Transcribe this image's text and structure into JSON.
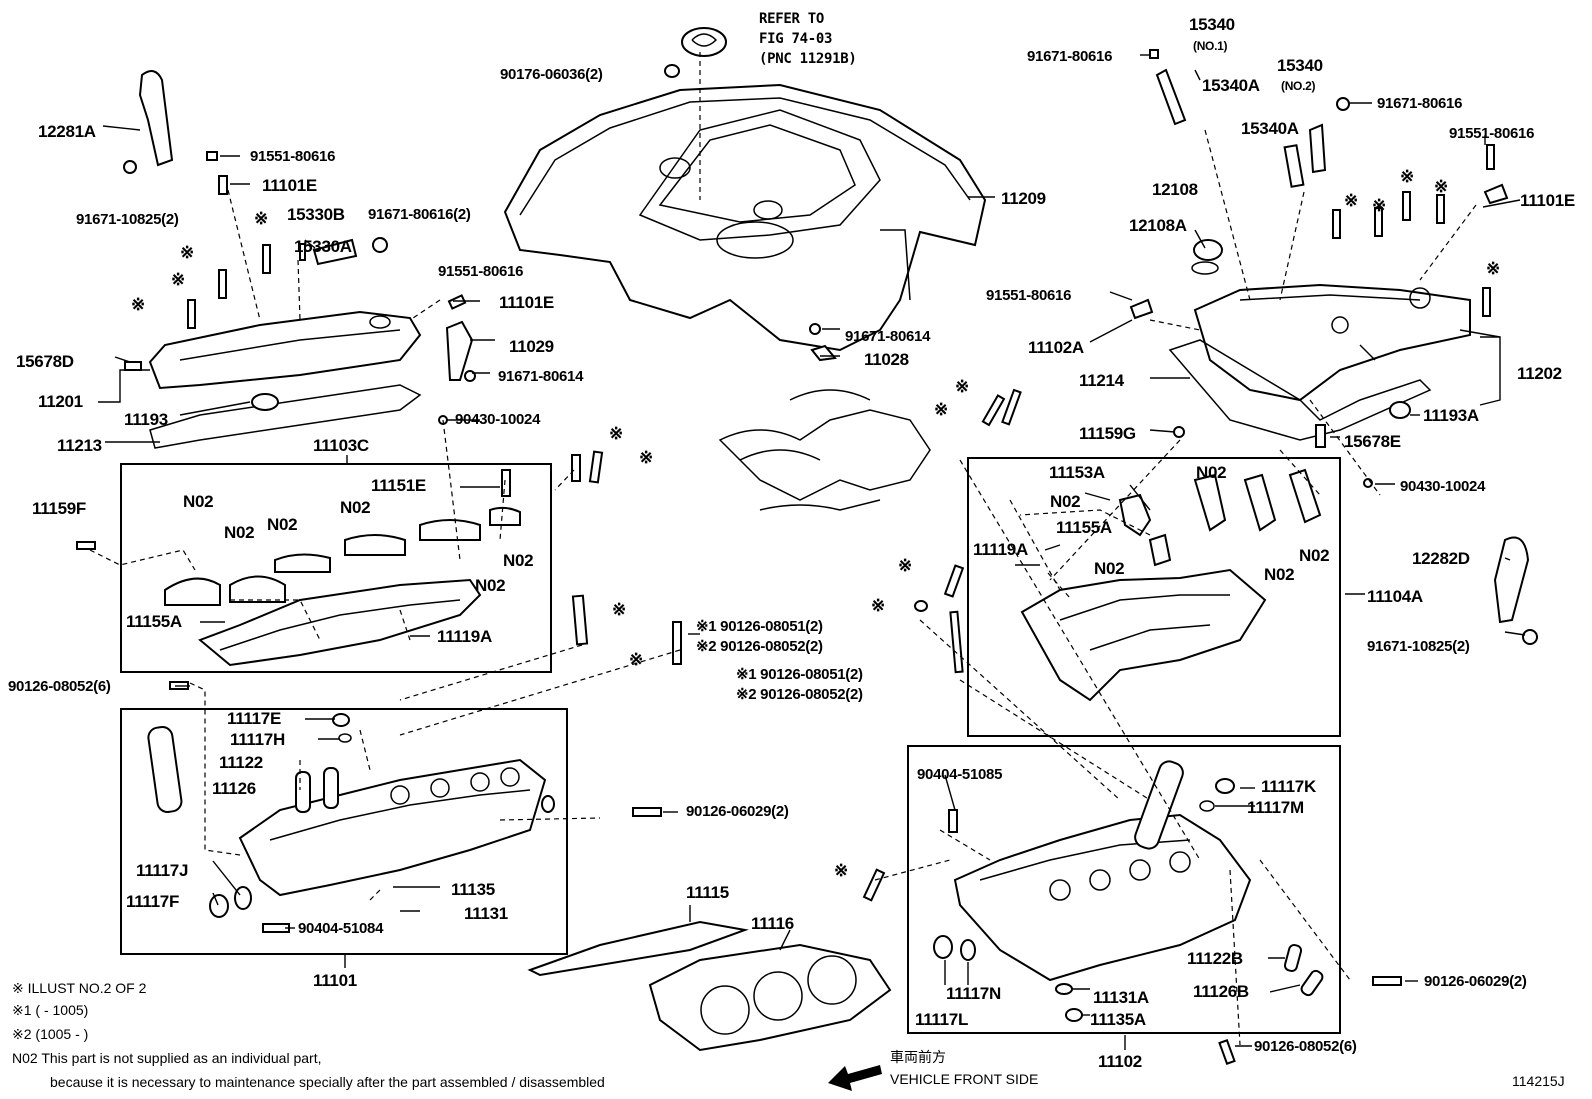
{
  "diagram_id": "114215J",
  "refer": {
    "line1": "REFER TO",
    "line2": "FIG 74-03",
    "line3": "(PNC 11291B)"
  },
  "labels": {
    "p90176": "90176-06036(2)",
    "p12281A": "12281A",
    "p91551_a": "91551-80616",
    "p11101E_a": "11101E",
    "p91671_10825_a": "91671-10825(2)",
    "p15330B": "15330B",
    "p15330A": "15330A",
    "p91671_80616_2": "91671-80616(2)",
    "p91551_b": "91551-80616",
    "p11101E_b": "11101E",
    "p11029": "11029",
    "p91671_80614_a": "91671-80614",
    "p15678D": "15678D",
    "p11201": "11201",
    "p11193": "11193",
    "p90430_a": "90430-10024",
    "p11213": "11213",
    "p11103C": "11103C",
    "p11151E": "11151E",
    "p11159F": "11159F",
    "n02_1": "N02",
    "n02_2": "N02",
    "n02_3": "N02",
    "n02_4": "N02",
    "n02_5": "N02",
    "n02_6": "N02",
    "p11155A_a": "11155A",
    "p11119A_a": "11119A",
    "p90126_08052_6a": "90126-08052(6)",
    "p90126_08051_a": "※1 90126-08051(2)",
    "p90126_08052_a": "※2 90126-08052(2)",
    "p90126_08051_b": "※1 90126-08051(2)",
    "p90126_08052_b": "※2 90126-08052(2)",
    "p11117E": "11117E",
    "p11117H": "11117H",
    "p11122": "11122",
    "p11126": "11126",
    "p90126_06029_a": "90126-06029(2)",
    "p11117J": "11117J",
    "p11117F": "11117F",
    "p11135": "11135",
    "p11131": "11131",
    "p90404_51084": "90404-51084",
    "p11101": "11101",
    "p11115": "11115",
    "p11116": "11116",
    "p11209": "11209",
    "p91671_80614_b": "91671-80614",
    "p11028": "11028",
    "p15340_1": "15340",
    "p15340_1_no": "(NO.1)",
    "p15340_2": "15340",
    "p15340_2_no": "(NO.2)",
    "p91671_80616_c": "91671-80616",
    "p15340A_a": "15340A",
    "p91671_80616_d": "91671-80616",
    "p15340A_b": "15340A",
    "p91551_c": "91551-80616",
    "p11101E_c": "11101E",
    "p12108": "12108",
    "p12108A": "12108A",
    "p91551_d": "91551-80616",
    "p11102A": "11102A",
    "p11214": "11214",
    "p11202": "11202",
    "p11193A": "11193A",
    "p11159G": "11159G",
    "p15678E": "15678E",
    "p90430_b": "90430-10024",
    "p11153A": "11153A",
    "n02_7": "N02",
    "n02_8": "N02",
    "n02_9": "N02",
    "n02_10": "N02",
    "n02_11": "N02",
    "p11155A_b": "11155A",
    "p11119A_b": "11119A",
    "p12282D": "12282D",
    "p11104A": "11104A",
    "p91671_10825_b": "91671-10825(2)",
    "p90404_51085": "90404-51085",
    "p11117K": "11117K",
    "p11117M": "11117M",
    "p11122B": "11122B",
    "p11126B": "11126B",
    "p90126_06029_b": "90126-06029(2)",
    "p11117N": "11117N",
    "p11117L": "11117L",
    "p11131A": "11131A",
    "p11135A": "11135A",
    "p90126_08052_6b": "90126-08052(6)",
    "p11102": "11102"
  },
  "symbol": "※",
  "notes": {
    "illust": "※ ILLUST NO.2 OF 2",
    "range1": "※1 (         - 1005)",
    "range2": "※2 (1005 -         )",
    "n02_line1": "N02 This part is not supplied as an individual part,",
    "n02_line2": "because it is necessary to maintenance specially after the part assembled / disassembled"
  },
  "front": {
    "jp": "車両前方",
    "en": "VEHICLE FRONT SIDE"
  }
}
